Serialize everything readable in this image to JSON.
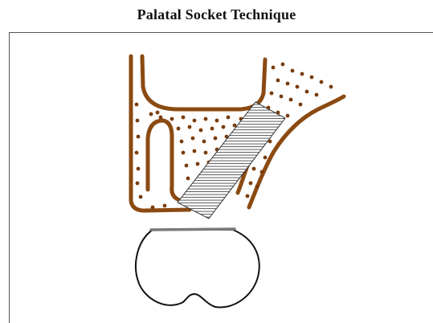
{
  "title": "Palatal Socket Technique",
  "colors": {
    "bone_outline": "#8B4A12",
    "dots": "#7A3C0C",
    "graft_stroke": "#333333",
    "graft_fill": "#bfbfbf",
    "crown_outline": "#111111",
    "crown_base": "#7a7a7a",
    "frame": "#555555"
  },
  "icons": {
    "bone": "alveolar-bone-socket-drawing",
    "graft": "hatched-graft-block",
    "crown": "tooth-crown-outline"
  }
}
